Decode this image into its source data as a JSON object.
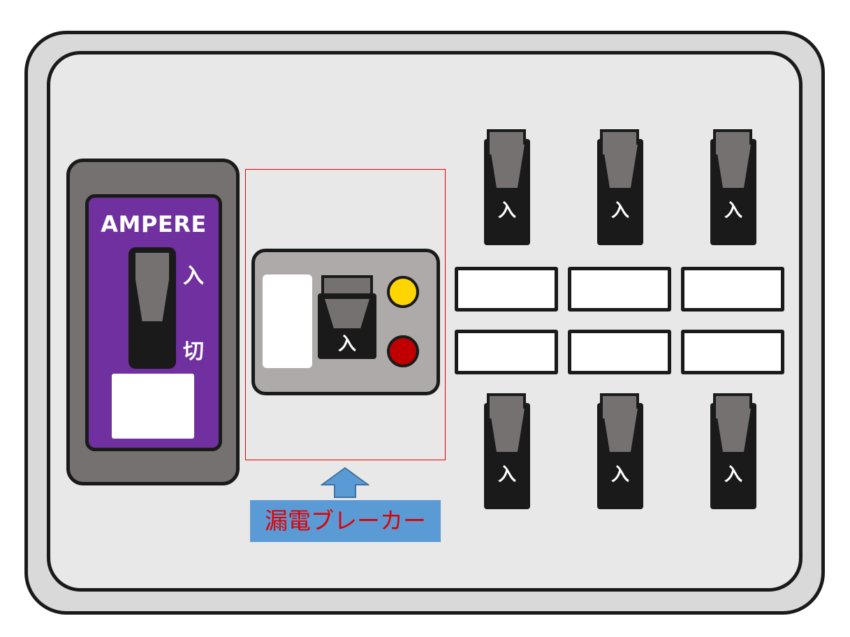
{
  "main_breaker": {
    "brand": "AMPERE",
    "on_label": "入",
    "off_label": "切",
    "face_color": "#7030a0"
  },
  "elcb": {
    "switch_label": "入",
    "lamp_colors": [
      "#ffd500",
      "#c00000"
    ],
    "caption": "漏電ブレーカー",
    "caption_bg": "#5b9bd5",
    "caption_color": "#e00000",
    "highlight_color": "#e00000"
  },
  "branches": {
    "top_row": [
      {
        "label": "入"
      },
      {
        "label": "入"
      },
      {
        "label": "入"
      }
    ],
    "bottom_row": [
      {
        "label": "入"
      },
      {
        "label": "入"
      },
      {
        "label": "入"
      }
    ]
  }
}
